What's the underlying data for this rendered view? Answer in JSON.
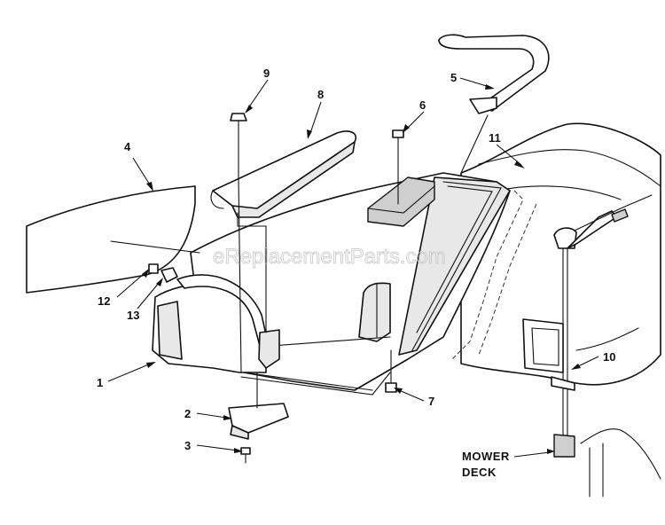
{
  "watermark": "eReplacementParts.com",
  "callouts": {
    "p1": "1",
    "p2": "2",
    "p3": "3",
    "p4": "4",
    "p5": "5",
    "p6": "6",
    "p7": "7",
    "p8": "8",
    "p9": "9",
    "p10": "10",
    "p11": "11",
    "p12": "12",
    "p13": "13"
  },
  "mower_deck_label": {
    "line1": "MOWER",
    "line2": "DECK"
  }
}
